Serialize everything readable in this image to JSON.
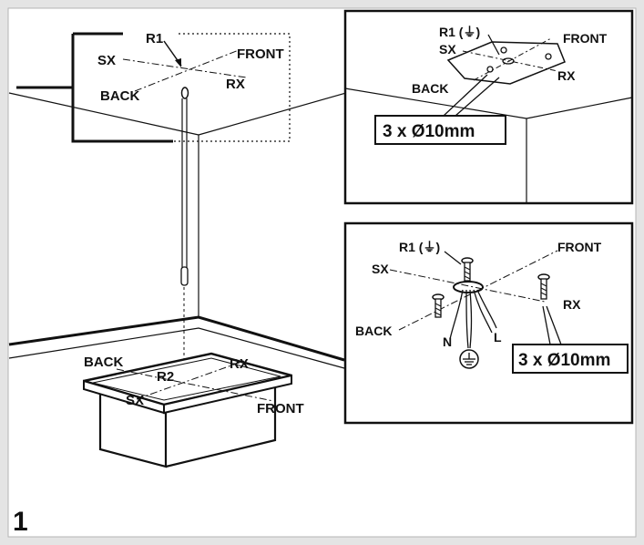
{
  "figure_number": "1",
  "main_scene": {
    "ceiling_labels": {
      "r1": "R1",
      "sx": "SX",
      "front": "FRONT",
      "rx": "RX",
      "back": "BACK"
    },
    "hob_labels": {
      "back": "BACK",
      "rx": "RX",
      "r2": "R2",
      "sx": "SX",
      "front": "FRONT"
    }
  },
  "inset_ceiling": {
    "r1": "R1 (⏚)",
    "sx": "SX",
    "front": "FRONT",
    "rx": "RX",
    "back": "BACK",
    "holes": "3 x Ø10mm"
  },
  "inset_bolts": {
    "r1": "R1 (⏚)",
    "sx": "SX",
    "front": "FRONT",
    "rx": "RX",
    "back": "BACK",
    "n": "N",
    "l": "L",
    "holes": "3 x Ø10mm"
  },
  "colors": {
    "line": "#111111",
    "panel": "#ffffff",
    "background": "#e4e4e4"
  },
  "icons": [
    "ground-symbol-icon",
    "screw-icon",
    "cable-icon"
  ]
}
